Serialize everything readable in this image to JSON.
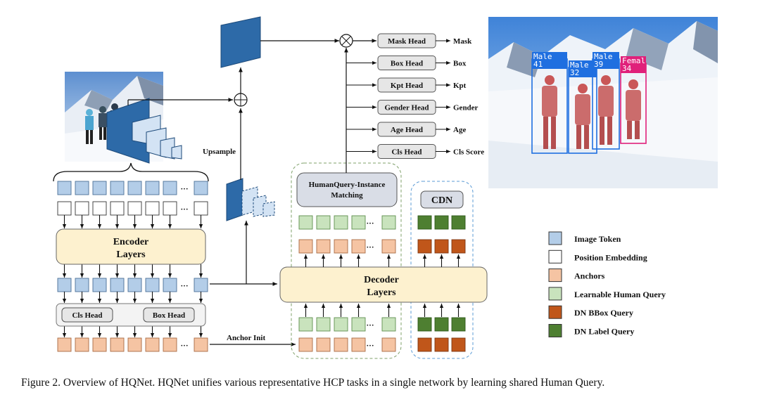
{
  "figure": {
    "caption": "Figure 2. Overview of HQNet. HQNet unifies various representative HCP tasks in a single network by learning shared Human Query.",
    "encoder": {
      "title_line1": "Encoder",
      "title_line2": "Layers"
    },
    "decoder": {
      "title_line1": "Decoder",
      "title_line2": "Layers"
    },
    "matching": {
      "line1": "HumanQuery-Instance",
      "line2": "Matching"
    },
    "cdn": {
      "label": "CDN"
    },
    "cls_head": "Cls Head",
    "box_head": "Box Head",
    "upsample": "Upsample",
    "anchor_init": "Anchor Init",
    "ellipsis": "···",
    "heads": [
      {
        "name": "Mask Head",
        "output": "Mask"
      },
      {
        "name": "Box Head",
        "output": "Box"
      },
      {
        "name": "Kpt Head",
        "output": "Kpt"
      },
      {
        "name": "Gender Head",
        "output": "Gender"
      },
      {
        "name": "Age Head",
        "output": "Age"
      },
      {
        "name": "Cls Head",
        "output": "Cls Score"
      }
    ],
    "legend": [
      {
        "label": "Image Token",
        "color": "#b3cde8"
      },
      {
        "label": "Position Embedding",
        "color": "#ffffff"
      },
      {
        "label": "Anchors",
        "color": "#f5c4a3"
      },
      {
        "label": "Learnable Human Query",
        "color": "#c9e3bd"
      },
      {
        "label": "DN BBox Query",
        "color": "#c0561a"
      },
      {
        "label": "DN Label Query",
        "color": "#4e7f31"
      }
    ],
    "detections": [
      {
        "label": "Male",
        "age": "41",
        "color": "#1f6fe0"
      },
      {
        "label": "Male",
        "age": "32",
        "color": "#1f6fe0"
      },
      {
        "label": "Male",
        "age": "39",
        "color": "#1f6fe0"
      },
      {
        "label": "Femal",
        "age": "34",
        "color": "#e0207a"
      }
    ],
    "colors": {
      "feature_blue": "#2d6aa8",
      "encoder_fill": "#fdf1cf",
      "matching_fill": "#d9dde6",
      "head_fill": "#e6e6e6"
    }
  }
}
